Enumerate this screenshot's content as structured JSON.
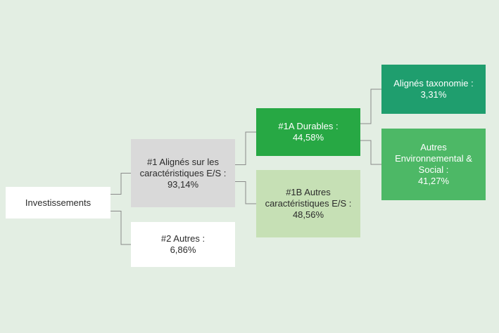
{
  "colors": {
    "background": "#e3eee3",
    "connector": "#8a8a8a",
    "sustainable": "#27a844",
    "taxonomy": "#1f9e6e",
    "environmental_social": "#4db866",
    "other_es": "#c6e0b5",
    "es_aligned": "#d9d9d9",
    "neutral": "#ffffff"
  },
  "nodes": {
    "root": {
      "label": "Investissements"
    },
    "es_aligned": {
      "label": "#1 Alignés sur les caractéristiques E/S :",
      "value": "93,14%"
    },
    "other": {
      "label": "#2 Autres :",
      "value": "6,86%"
    },
    "sustainable": {
      "label": "#1A Durables :",
      "value": "44,58%"
    },
    "other_es": {
      "label": "#1B Autres caractéristiques E/S :",
      "value": "48,56%"
    },
    "taxonomy": {
      "label": "Alignés taxonomie :",
      "value": "3,31%"
    },
    "environmental_social": {
      "label": "Autres Environnemental & Social :",
      "value": "41,27%"
    }
  },
  "edges": [
    [
      "root",
      "es_aligned"
    ],
    [
      "root",
      "other"
    ],
    [
      "es_aligned",
      "sustainable"
    ],
    [
      "es_aligned",
      "other_es"
    ],
    [
      "sustainable",
      "taxonomy"
    ],
    [
      "sustainable",
      "environmental_social"
    ]
  ]
}
